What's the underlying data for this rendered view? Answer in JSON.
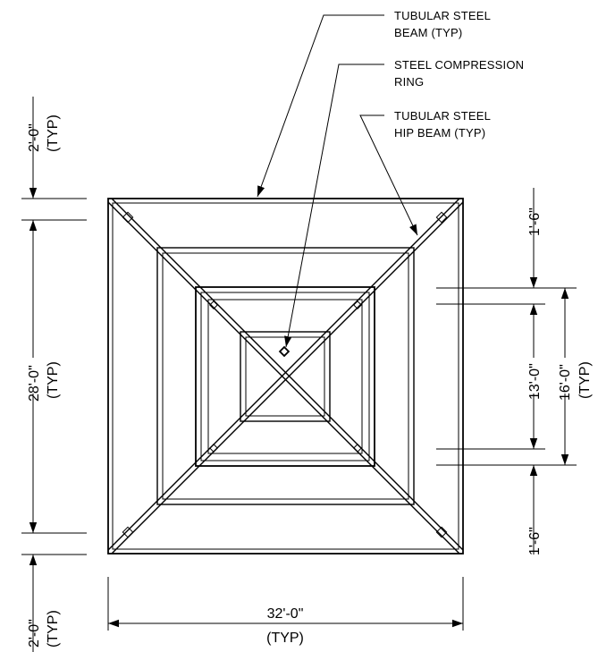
{
  "callouts": {
    "beam_line1": "TUBULAR STEEL",
    "beam_line2": "BEAM (TYP)",
    "ring_line1": "STEEL COMPRESSION",
    "ring_line2": "RING",
    "hip_line1": "TUBULAR STEEL",
    "hip_line2": "HIP BEAM (TYP)"
  },
  "dimensions": {
    "top_left": {
      "value": "2'-0\"",
      "note": "(TYP)"
    },
    "left_span": {
      "value": "28'-0\"",
      "note": "(TYP)"
    },
    "bottom_left": {
      "value": "2'-0\"",
      "note": "(TYP)"
    },
    "bottom_span": {
      "value": "32'-0\"",
      "note": "(TYP)"
    },
    "right_top": {
      "value": "1'-6\""
    },
    "right_mid": {
      "value": "13'-0\""
    },
    "right_span": {
      "value": "16'-0\"",
      "note": "(TYP)"
    },
    "right_bottom": {
      "value": "1'-6\""
    }
  }
}
